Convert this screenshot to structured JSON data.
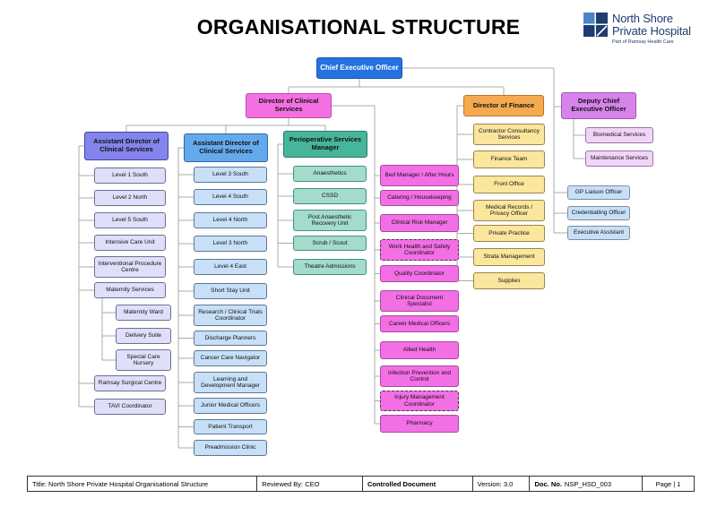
{
  "page": {
    "title": "ORGANISATIONAL STRUCTURE"
  },
  "logo": {
    "name_line1": "North Shore",
    "name_line2": "Private Hospital",
    "tagline": "Part of Ramsay Health Care",
    "navy": "#1E3C6E",
    "blue": "#4A86C8"
  },
  "colors": {
    "ceo_blue": "#2471E0",
    "clinical_pink": "#F470E2",
    "finance_orange": "#F6AA4F",
    "deputy_purple": "#D783EA",
    "adcs_periwinkle": "#8484EC",
    "adcs_blue": "#64A9EB",
    "periop_green": "#47B59C",
    "lavender_light": "#DFDFF9",
    "blue_light": "#C7E0F7",
    "teal_light": "#A3DBCC",
    "pink_bright": "#F36FE5",
    "yellow_light": "#FBE69E",
    "lilac_light": "#F0D5F8"
  },
  "chart": {
    "ceo": {
      "label": "Chief Executive Officer"
    },
    "dcs": {
      "label": "Director of Clinical Services"
    },
    "dof": {
      "label": "Director of Finance",
      "children": [
        "Contractor Consultancy Services",
        "Finance Team",
        "Front Office",
        "Medical Records / Privacy Officer",
        "Private Practice",
        "Strata Management",
        "Supplies"
      ]
    },
    "dceo": {
      "label": "Deputy Chief Executive Officer",
      "children": [
        "Biomedical Services",
        "Maintenance Services"
      ]
    },
    "exec_support": [
      "GP Liaison Officer",
      "Credentialling Officer",
      "Executive Assistant"
    ],
    "adcs1": {
      "label": "Assistant Director of Clinical Services",
      "children": [
        "Level 1 South",
        "Level 2 North",
        "Level 5 South",
        "Intensive Care Unit",
        "Interventional Procedure Centre",
        "Maternity Services",
        "Ramsay Surgical Centre",
        "TAVI Coordinator"
      ],
      "maternity_children": [
        "Maternity Ward",
        "Delivery Suite",
        "Special Care Nursery"
      ]
    },
    "adcs2": {
      "label": "Assistant Director of Clinical Services",
      "children": [
        "Level 3 South",
        "Level 4 South",
        "Level 4 North",
        "Level 3 North",
        "Level 4 East",
        "Short Stay Unit",
        "Research / Clinical Trials Coordinator",
        "Discharge Planners",
        "Cancer Care Navigator",
        "Learning and Development Manager",
        "Junior Medical Officers",
        "Patient Transport",
        "Preadmission Clinic"
      ]
    },
    "psm": {
      "label": "Perioperative Services Manager",
      "children": [
        "Anaesthetics",
        "CSSD",
        "Post Anaesthetic Recovery Unit",
        "Scrub / Scout",
        "Theatre Admissions"
      ]
    },
    "clinical_support": [
      {
        "label": "Bed Manager / After Hours"
      },
      {
        "label": "Catering / Housekeeping"
      },
      {
        "label": "Clinical Risk Manager"
      },
      {
        "label": "Work Health and Safety Coordinator",
        "dashed": true
      },
      {
        "label": "Quality Coordinator"
      },
      {
        "label": "Clinical Document Specialist"
      },
      {
        "label": "Career Medical Officers"
      },
      {
        "label": "Allied Health"
      },
      {
        "label": "Infection Prevention and Control"
      },
      {
        "label": "Injury Management Coordinator",
        "dashed": true
      },
      {
        "label": "Pharmacy"
      }
    ]
  },
  "footer": {
    "title": "Title: North Shore Private Hospital Organisational Structure",
    "reviewed": "Reviewed By: CEO",
    "controlled": "Controlled Document",
    "version": "Version: 3.0",
    "doc_label": "Doc. No.",
    "doc_value": "NSP_HSD_003",
    "page": "Page | 1"
  }
}
